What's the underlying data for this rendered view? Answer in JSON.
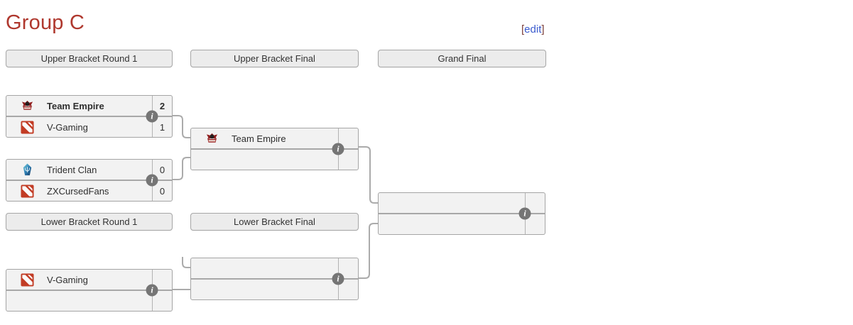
{
  "page": {
    "title": "Group C",
    "edit": {
      "open": "[",
      "label": "edit",
      "close": "]"
    }
  },
  "icons": {
    "info_glyph": "i"
  },
  "colors": {
    "heading_red": "#AF382E",
    "edit_link_blue": "#3B5BCE",
    "edit_bracket_maroon": "#7B3F3A",
    "panel_bg": "#F2F2F2",
    "panel_border": "#A5A5A5",
    "connector_gray": "#ABABAB",
    "info_icon_bg": "#757575",
    "text_dark": "#333333",
    "dota_logo_red": "#C23C25",
    "trident_logo_blue": "#2E7FB5",
    "empire_logo_red": "#9C2020"
  },
  "bracket": {
    "headers": [
      {
        "label": "Upper Bracket Round 1"
      },
      {
        "label": "Upper Bracket Final"
      },
      {
        "label": "Grand Final"
      },
      {
        "label": "Lower Bracket Round 1"
      },
      {
        "label": "Lower Bracket Final"
      }
    ],
    "matches": [
      {
        "id": "upper-bracket-round1-match1",
        "slots": [
          {
            "team": "Team Empire",
            "logo": "team-empire",
            "score": "2",
            "winner": true
          },
          {
            "team": "V-Gaming",
            "logo": "dota2-default",
            "score": "1",
            "winner": false
          }
        ]
      },
      {
        "id": "upper-bracket-round1-match2",
        "slots": [
          {
            "team": "Trident Clan",
            "logo": "trident-clan",
            "score": "0",
            "winner": false
          },
          {
            "team": "ZXCursedFans",
            "logo": "dota2-default",
            "score": "0",
            "winner": false
          }
        ]
      },
      {
        "id": "upper-bracket-final",
        "slots": [
          {
            "team": "Team Empire",
            "logo": "team-empire",
            "score": "",
            "winner": false
          },
          {
            "team": "",
            "logo": null,
            "score": "",
            "winner": false
          }
        ]
      },
      {
        "id": "grand-final",
        "slots": [
          {
            "team": "",
            "logo": null,
            "score": "",
            "winner": false
          },
          {
            "team": "",
            "logo": null,
            "score": "",
            "winner": false
          }
        ]
      },
      {
        "id": "lower-bracket-round1",
        "slots": [
          {
            "team": "V-Gaming",
            "logo": "dota2-default",
            "score": "",
            "winner": false
          },
          {
            "team": "",
            "logo": null,
            "score": "",
            "winner": false
          }
        ]
      },
      {
        "id": "lower-bracket-final",
        "slots": [
          {
            "team": "",
            "logo": null,
            "score": "",
            "winner": false
          },
          {
            "team": "",
            "logo": null,
            "score": "",
            "winner": false
          }
        ]
      }
    ]
  }
}
